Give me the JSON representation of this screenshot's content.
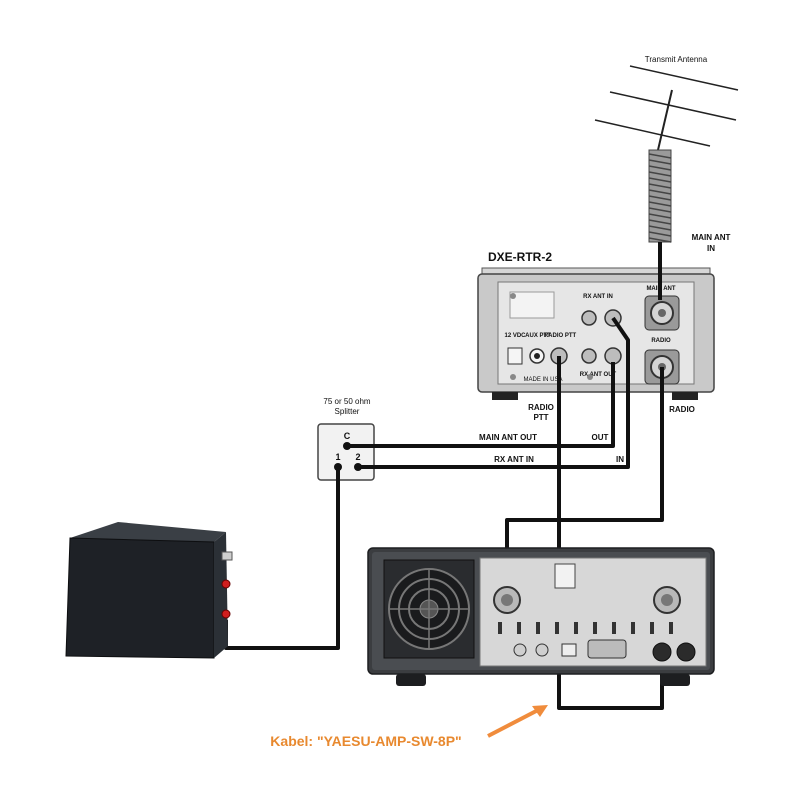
{
  "antenna": {
    "label": "Transmit Antenna"
  },
  "rtr": {
    "title": "DXE-RTR-2",
    "main_ant_in": "MAIN ANT IN",
    "panel_main_ant": "MAIN ANT",
    "panel_radio": "RADIO",
    "panel_rx_ant_in": "RX ANT IN",
    "panel_radio_ptt": "RADIO PTT",
    "panel_aux_ptt": "AUX PTT",
    "panel_12vdc": "12 VDC",
    "panel_rx_ant_out": "RX ANT OUT",
    "panel_made_in": "MADE IN USA",
    "radio_ptt": "RADIO PTT",
    "radio": "RADIO"
  },
  "splitter": {
    "title": "75 or 50 ohm Splitter",
    "port_c": "C",
    "port_1": "1",
    "port_2": "2"
  },
  "wires": {
    "main_ant_out": "MAIN ANT OUT",
    "rx_ant_in": "RX ANT IN",
    "out": "OUT",
    "in": "IN"
  },
  "cable": {
    "label": "Kabel: \"YAESU-AMP-SW-8P\""
  },
  "colors": {
    "cable": "#111111",
    "arrow": "#f08c3c",
    "cable_label": "#e8892f",
    "sdr_box": "#1e2126",
    "connector_red": "#d01e1e"
  }
}
